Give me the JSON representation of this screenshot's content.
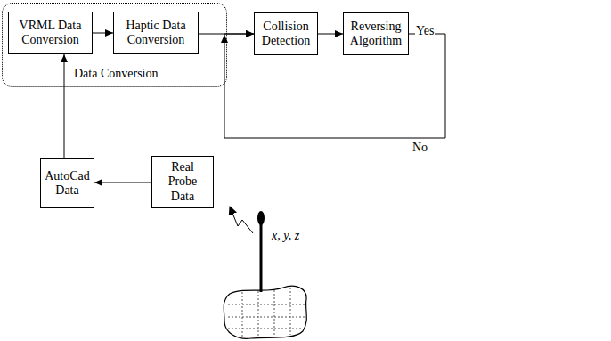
{
  "diagram": {
    "nodes": [
      {
        "text": [
          "Data Conversion"
        ]
      },
      {
        "text": [
          "VRML Data Conversion"
        ],
        "in": 0
      },
      {
        "text": [
          "Haptic Data Conversion"
        ],
        "in": 0
      },
      {
        "text": [
          "Collision Detection"
        ]
      },
      {
        "text": [
          "Reversing Algorithm"
        ]
      },
      {
        "text": [
          "AutoCad Data"
        ]
      },
      {
        "text": [
          "Real Probe Data"
        ]
      }
    ],
    "edges": [
      {
        "from": 1,
        "to": 2,
        "arrow": "to"
      },
      {
        "from": 2,
        "to": 3,
        "arrow": "to"
      },
      {
        "from": 3,
        "to": 4,
        "arrow": "to"
      },
      {
        "from": 4,
        "to": 3,
        "label": "No",
        "arrow": "to"
      },
      {
        "from": 6,
        "to": 5,
        "arrow": "to"
      },
      {
        "from": 5,
        "to": 1,
        "arrow": "to"
      }
    ],
    "labels": [
      "Yes",
      "x, y, z"
    ]
  }
}
